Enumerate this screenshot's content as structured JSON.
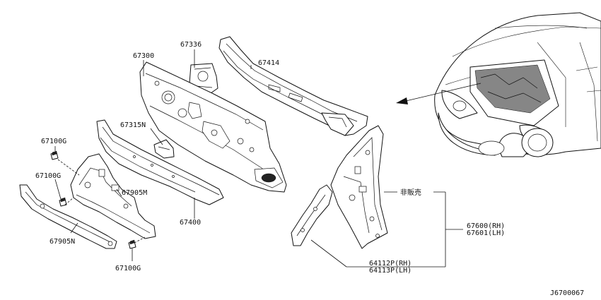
{
  "diagram": {
    "labels": {
      "p67300": "67300",
      "p67336": "67336",
      "p67414": "67414",
      "p67315n": "67315N",
      "p67100g_a": "67100G",
      "p67100g_b": "67100G",
      "p67100g_c": "67100G",
      "p67905m": "67905M",
      "p67905n": "67905N",
      "p67400": "67400",
      "not_for_sale": "非販売",
      "p67600rh": "67600(RH)",
      "p67601lh": "67601(LH)",
      "p64112p": "64112P(RH)",
      "p64113p": "64113P(LH)",
      "diagram_id": "J6700067"
    }
  }
}
